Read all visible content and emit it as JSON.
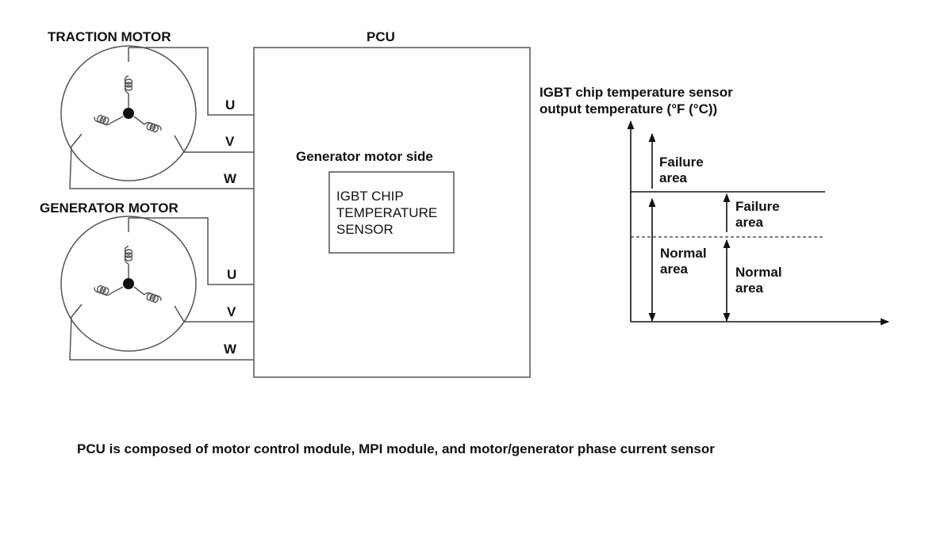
{
  "labels": {
    "traction_motor": "TRACTION MOTOR",
    "generator_motor": "GENERATOR MOTOR",
    "pcu": "PCU",
    "phase_u": "U",
    "phase_v": "V",
    "phase_w": "W",
    "generator_motor_side": "Generator motor side",
    "sensor_line1": "IGBT CHIP",
    "sensor_line2": "TEMPERATURE",
    "sensor_line3": "SENSOR"
  },
  "graph": {
    "title_line1": "IGBT chip temperature sensor",
    "title_line2": "output temperature (°F (°C))",
    "failure_word": "Failure",
    "normal_word": "Normal",
    "area_word": "area"
  },
  "caption": "PCU is composed of motor control module, MPI module, and motor/generator phase current sensor"
}
